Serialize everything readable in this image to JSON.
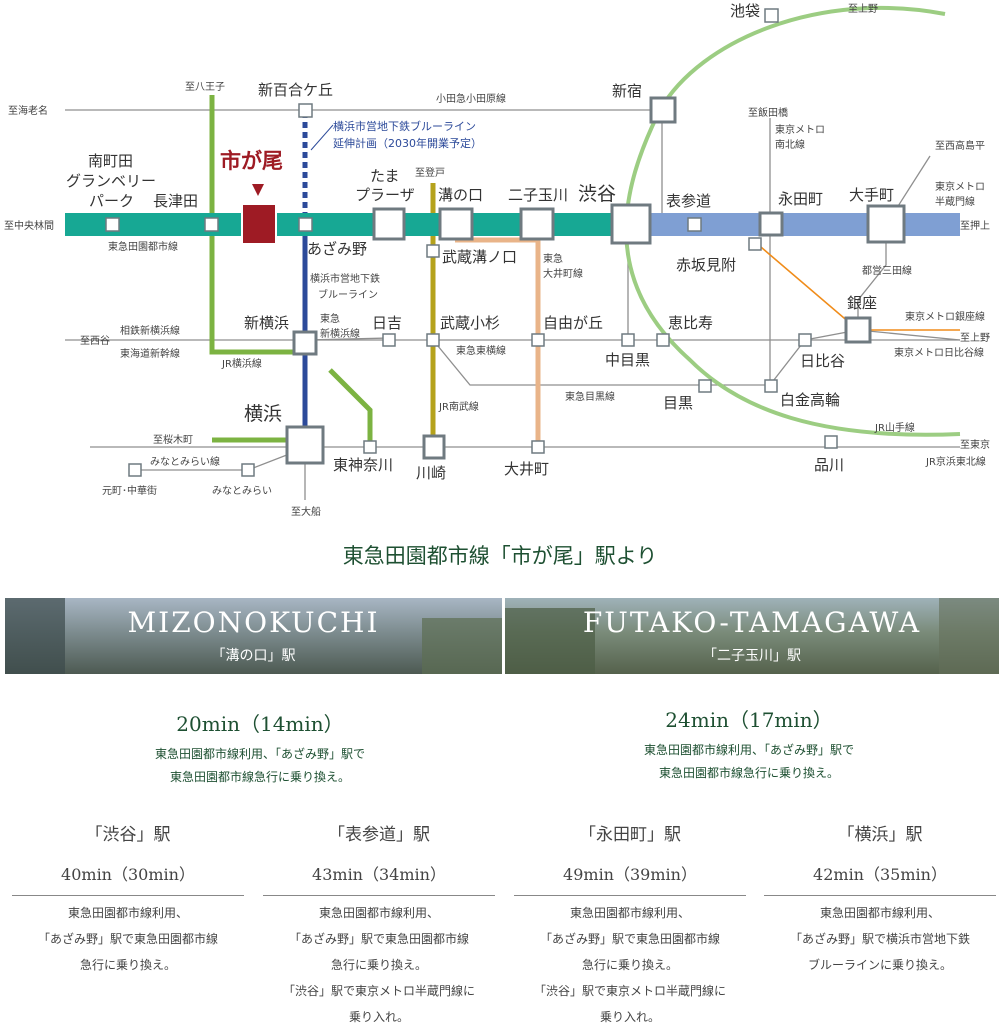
{
  "map": {
    "from_labels": {
      "ebina": "至海老名",
      "nakarinkan": "至中央林間",
      "hachioji": "至八王子",
      "futamata": "至西谷",
      "sakuragicho": "至桜木町",
      "ofuna": "至大船",
      "noborito": "至登戸",
      "ueno": "至上野",
      "iidabashi": "至飯田橋",
      "nishitakashimadaira": "至西高島平",
      "oshiage": "至押上",
      "ueno2": "至上野",
      "tokyo": "至東京"
    },
    "line_labels": {
      "odakyu": "小田急小田原線",
      "denentoshi": "東急田園都市線",
      "blue_ext1": "横浜市営地下鉄ブルーライン",
      "blue_ext2": "延伸計画（2030年開業予定）",
      "blue1": "横浜市営地下鉄",
      "blue2": "ブルーライン",
      "sotetsu": "相鉄新横浜線",
      "tokaido": "東海道新幹線",
      "yokohama_line": "JR横浜線",
      "shinyoko1": "東急",
      "shinyoko2": "新横浜線",
      "toyoko": "東急東横線",
      "nambu": "JR南武線",
      "oimachi1": "東急",
      "oimachi2": "大井町線",
      "meguro": "東急目黒線",
      "minatomirai": "みなとみらい線",
      "namboku1": "東京メトロ",
      "namboku2": "南北線",
      "hanzomon1": "東京メトロ",
      "hanzomon2": "半蔵門線",
      "mita": "都営三田線",
      "ginza": "東京メトロ銀座線",
      "hibiya": "東京メトロ日比谷線",
      "yamanote": "JR山手線",
      "keihin": "JR京浜東北線"
    },
    "stations": {
      "ichigao": "市が尾",
      "minamimachida1": "南町田",
      "minamimachida2": "グランベリー",
      "minamimachida3": "パーク",
      "nagatsuta": "長津田",
      "shinyurigaoka": "新百合ケ丘",
      "azamino": "あざみ野",
      "tama1": "たま",
      "tama2": "プラーザ",
      "mizonokuchi": "溝の口",
      "musashimizonokuchi": "武蔵溝ノ口",
      "futakotamagawa": "二子玉川",
      "shibuya": "渋谷",
      "omotesando": "表参道",
      "nagatacho": "永田町",
      "otemachi": "大手町",
      "akasakamitsuke": "赤坂見附",
      "shinjuku": "新宿",
      "ikebukuro": "池袋",
      "shinyokohama": "新横浜",
      "hiyoshi": "日吉",
      "musashikosugi": "武蔵小杉",
      "jiyugaoka": "自由が丘",
      "ebisu": "恵比寿",
      "nakameguro": "中目黒",
      "ginza": "銀座",
      "hibiya": "日比谷",
      "meguro": "目黒",
      "shirokanetakanawa": "白金高輪",
      "yokohama": "横浜",
      "higashikanagawa": "東神奈川",
      "kawasaki": "川崎",
      "oimachi": "大井町",
      "shinagawa": "品川",
      "motomachi": "元町･中華街",
      "minatomirai": "みなとみらい"
    }
  },
  "heading": "東急田園都市線「市が尾」駅より",
  "banners": [
    {
      "en": "MIZONOKUCHI",
      "jp": "「溝の口」駅"
    },
    {
      "en": "FUTAKO-TAMAGAWA",
      "jp": "「二子玉川」駅"
    }
  ],
  "routes": [
    {
      "time": "20min（14min）",
      "note1": "東急田園都市線利用、「あざみ野」駅で",
      "note2": "東急田園都市線急行に乗り換え。"
    },
    {
      "time": "24min（17min）",
      "note1": "東急田園都市線利用、「あざみ野」駅で",
      "note2": "東急田園都市線急行に乗り換え。"
    }
  ],
  "destinations": [
    {
      "name": "「渋谷」駅",
      "time": "40min（30min）",
      "notes": [
        "東急田園都市線利用、",
        "「あざみ野」駅で東急田園都市線",
        "急行に乗り換え。"
      ]
    },
    {
      "name": "「表参道」駅",
      "time": "43min（34min）",
      "notes": [
        "東急田園都市線利用、",
        "「あざみ野」駅で東急田園都市線",
        "急行に乗り換え。",
        "「渋谷」駅で東京メトロ半蔵門線に",
        "乗り入れ。"
      ]
    },
    {
      "name": "「永田町」駅",
      "time": "49min（39min）",
      "notes": [
        "東急田園都市線利用、",
        "「あざみ野」駅で東急田園都市線",
        "急行に乗り換え。",
        "「渋谷」駅で東京メトロ半蔵門線に",
        "乗り入れ。"
      ]
    },
    {
      "name": "「横浜」駅",
      "time": "42min（35min）",
      "notes": [
        "東急田園都市線利用、",
        "「あざみ野」駅で横浜市営地下鉄",
        "ブルーラインに乗り換え。"
      ]
    }
  ],
  "colors": {
    "denentoshi": "#17a894",
    "hanzomon": "#7f9fd3",
    "yamanote": "#9ccd82",
    "yokohama_line": "#7cb342",
    "blue_line": "#2c4a9a",
    "nambu": "#b5a21c",
    "oimachi": "#e9b489",
    "ginza": "#f08c1a",
    "accent": "#9e1b24",
    "text_green": "#1e5032"
  }
}
